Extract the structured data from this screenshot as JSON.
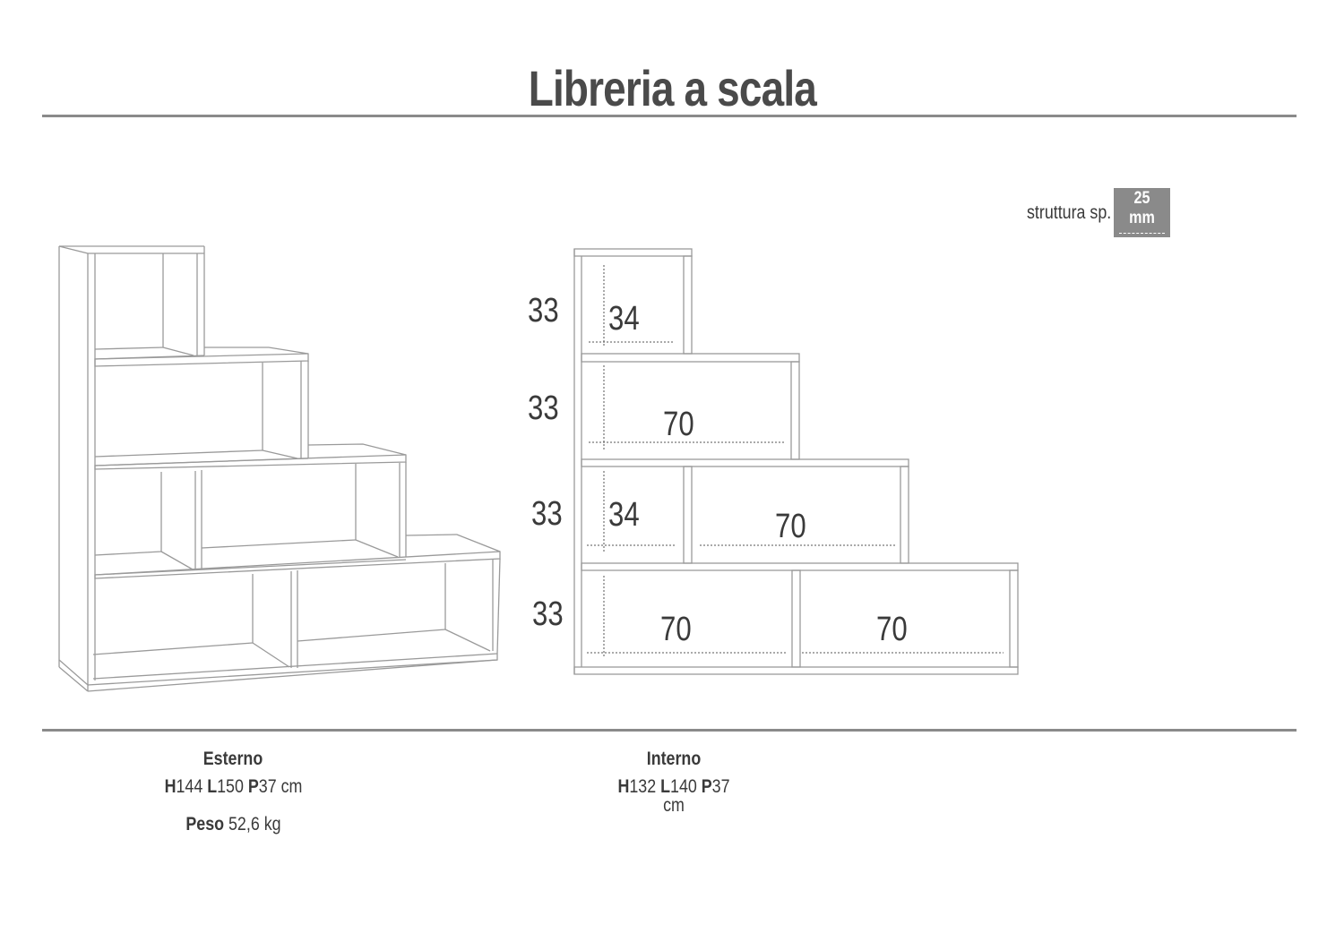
{
  "title": "Libreria a scala",
  "structure": {
    "label": "struttura sp.",
    "thickness": "25 mm",
    "badge_color": "#8a8a8a"
  },
  "front_view": {
    "row_heights": [
      "33",
      "33",
      "33",
      "33"
    ],
    "compartment_labels": {
      "row1": [
        "34"
      ],
      "row2": [
        "70"
      ],
      "row3": [
        "34",
        "70"
      ],
      "row4": [
        "70",
        "70"
      ]
    }
  },
  "external": {
    "heading": "Esterno",
    "h_label": "H",
    "h_value": "144",
    "l_label": "L",
    "l_value": "150",
    "p_label": "P",
    "p_value": "37",
    "unit": "cm",
    "weight_label": "Peso",
    "weight_value": "52,6 kg"
  },
  "internal": {
    "heading": "Interno",
    "h_label": "H",
    "h_value": "132",
    "l_label": "L",
    "l_value": "140",
    "p_label": "P",
    "p_value": "37",
    "unit": "cm"
  },
  "colors": {
    "text": "#3a3a3a",
    "rule": "#8a8a8a",
    "line": "#9a9a9a"
  }
}
